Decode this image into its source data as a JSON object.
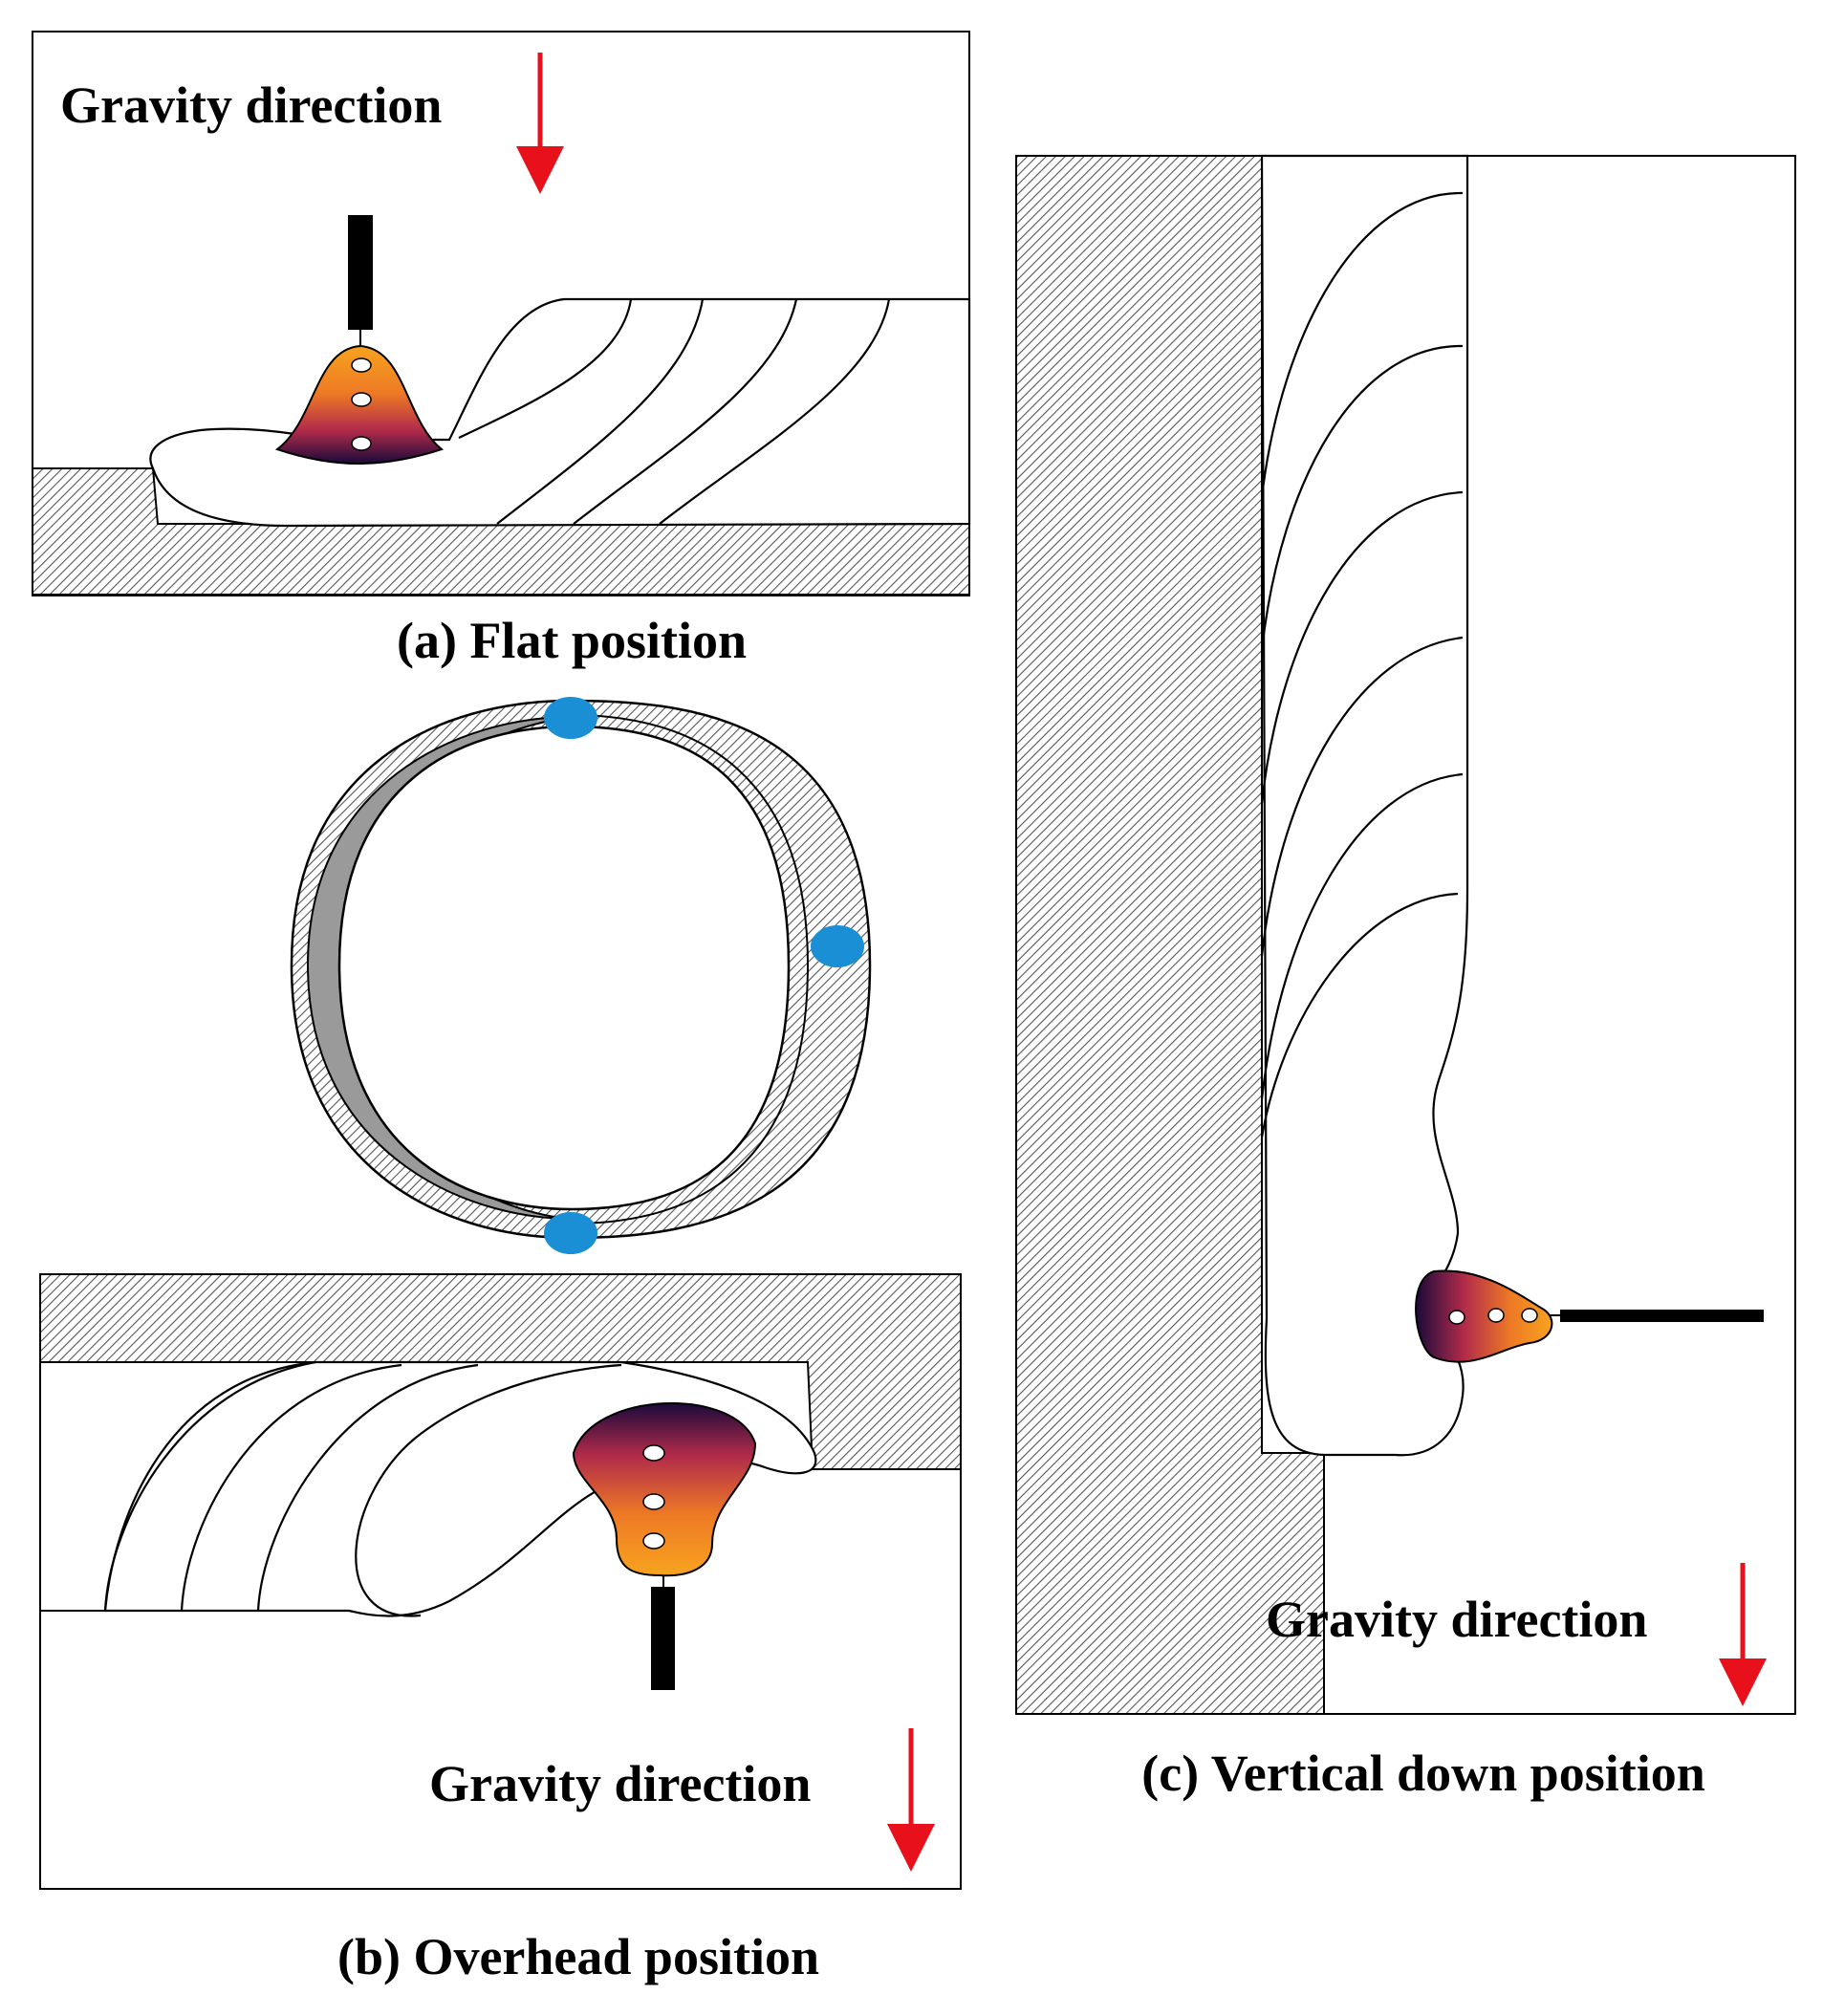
{
  "panels": {
    "flat": {
      "gravity_label": "Gravity direction",
      "caption": "(a) Flat position"
    },
    "overhead": {
      "gravity_label": "Gravity direction",
      "caption": "(b) Overhead position"
    },
    "vertical": {
      "gravity_label": "Gravity direction",
      "caption": "(c) Vertical down position"
    }
  },
  "colors": {
    "arrow": "#e8111b",
    "marker": "#1a8fd6",
    "pool_hot": "#f7a31e",
    "pool_mid": "#b02a4a",
    "pool_cold": "#1a0a3a",
    "hatch_fill": "#ffffff",
    "hatch_line": "#555555",
    "pipe_inner": "#9a9a9a"
  },
  "icons": [
    "down-arrow-icon",
    "electrode-icon",
    "weld-pool-icon",
    "position-marker-icon"
  ]
}
